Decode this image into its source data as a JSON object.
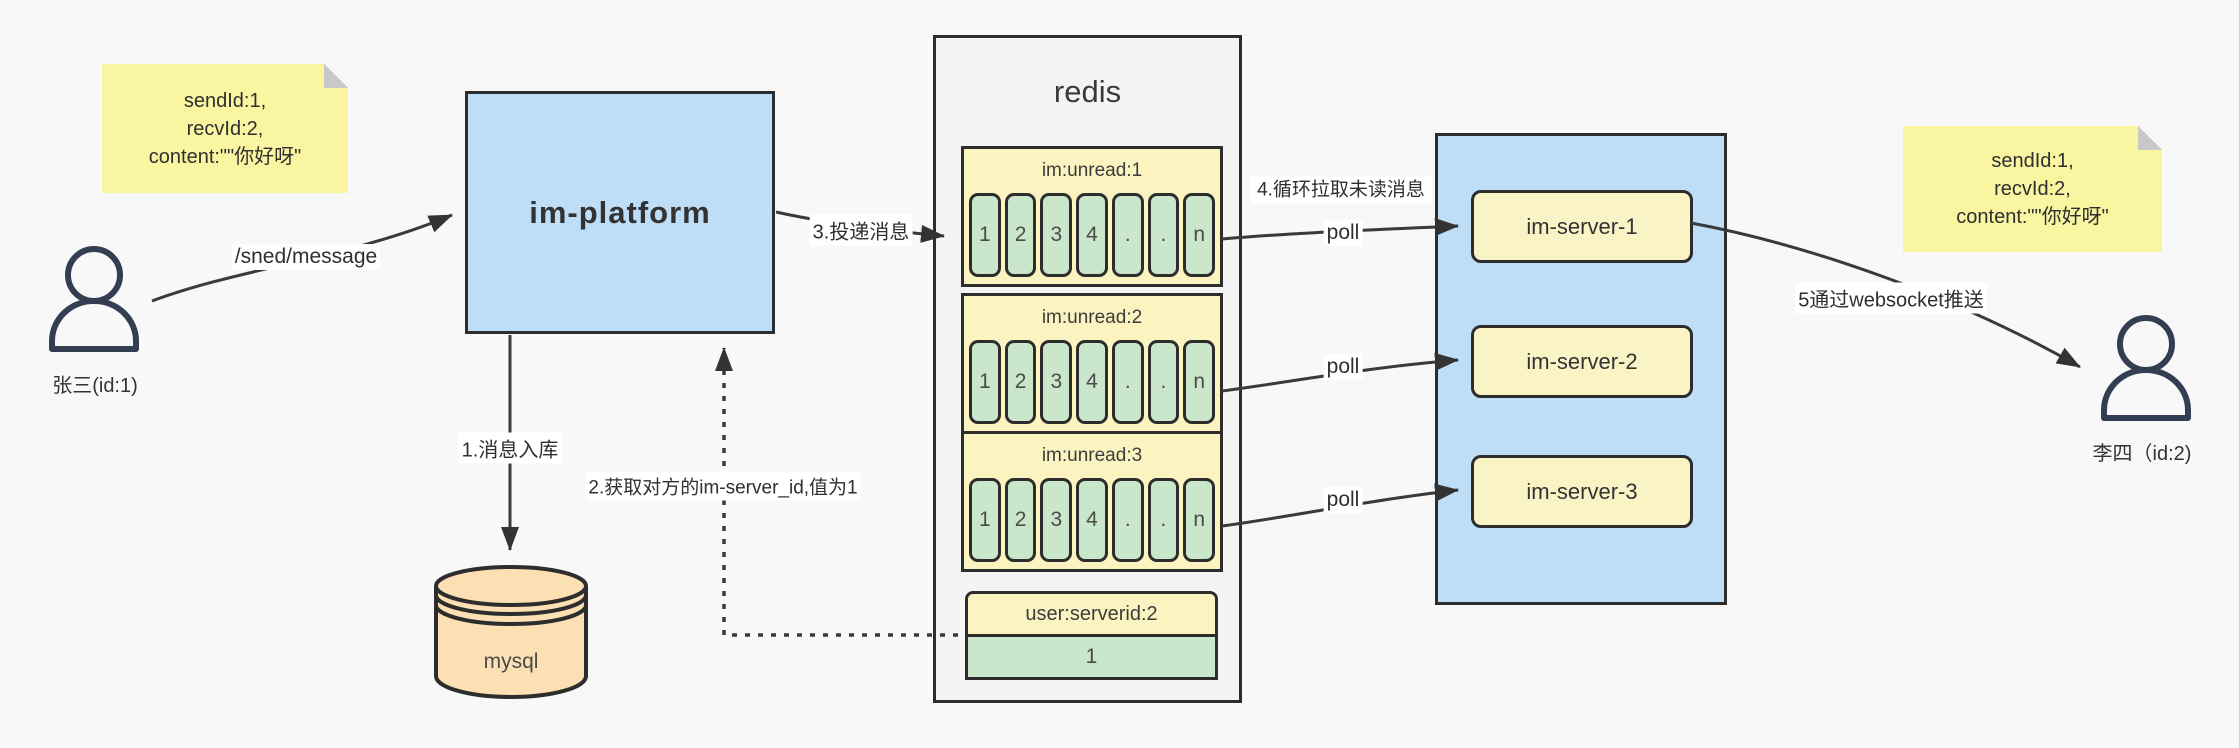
{
  "notes": {
    "left": {
      "line1": "sendId:1,",
      "line2": "recvId:2,",
      "line3": "content:\"\"你好呀\""
    },
    "right": {
      "line1": "sendId:1,",
      "line2": "recvId:2,",
      "line3": "content:\"\"你好呀\""
    }
  },
  "actors": {
    "left": {
      "label": "张三(id:1)"
    },
    "right": {
      "label": "李四（id:2)"
    }
  },
  "platform": {
    "label": "im-platform"
  },
  "mysql": {
    "label": "mysql"
  },
  "redis": {
    "title": "redis",
    "queues": [
      {
        "header": "im:unread:1",
        "cells": [
          "1",
          "2",
          "3",
          "4",
          ".",
          ".",
          "n"
        ]
      },
      {
        "header": "im:unread:2",
        "cells": [
          "1",
          "2",
          "3",
          "4",
          ".",
          ".",
          "n"
        ]
      },
      {
        "header": "im:unread:3",
        "cells": [
          "1",
          "2",
          "3",
          "4",
          ".",
          ".",
          "n"
        ]
      }
    ],
    "kv": {
      "header": "user:serverid:2",
      "value": "1"
    }
  },
  "server_group": {
    "servers": [
      {
        "label": "im-server-1"
      },
      {
        "label": "im-server-2"
      },
      {
        "label": "im-server-3"
      }
    ]
  },
  "edges": {
    "send": "/sned/message",
    "step1": "1.消息入库",
    "step2": "2.获取对方的im-server_id,值为1",
    "step3": "3.投递消息",
    "step4": "4.循环拉取未读消息",
    "poll": "poll",
    "step5": "5通过websocket推送"
  },
  "colors": {
    "background": "#F8F8F8",
    "box_blue": "#BEDDF6",
    "note_yellow": "#FAF5A0",
    "panel_yellow": "#FBF4C1",
    "server_yellow": "#FAF3C6",
    "cell_green": "#CBE7CB",
    "mysql_orange": "#FCE0B3",
    "container_gray": "#F4F4F4",
    "border_dark": "#2D2D2D",
    "line_dark": "#3A3A3A"
  }
}
